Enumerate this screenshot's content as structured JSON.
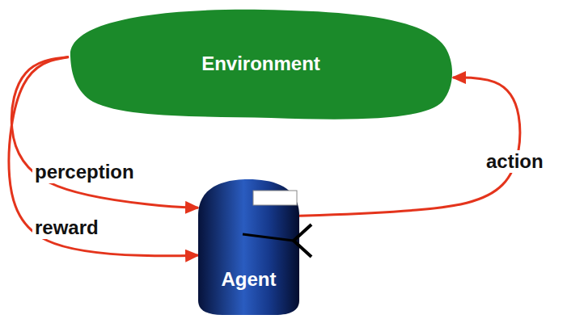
{
  "diagram": {
    "nodes": [
      {
        "text": [
          "Environment"
        ]
      },
      {
        "text": [
          "Agent"
        ]
      }
    ],
    "edges": [
      {
        "from": 1,
        "to": 0,
        "label": "action",
        "arrow": "to"
      },
      {
        "from": 0,
        "to": 1,
        "label": "perception",
        "arrow": "to"
      },
      {
        "from": 0,
        "to": 1,
        "label": "reward",
        "arrow": "to"
      }
    ]
  }
}
